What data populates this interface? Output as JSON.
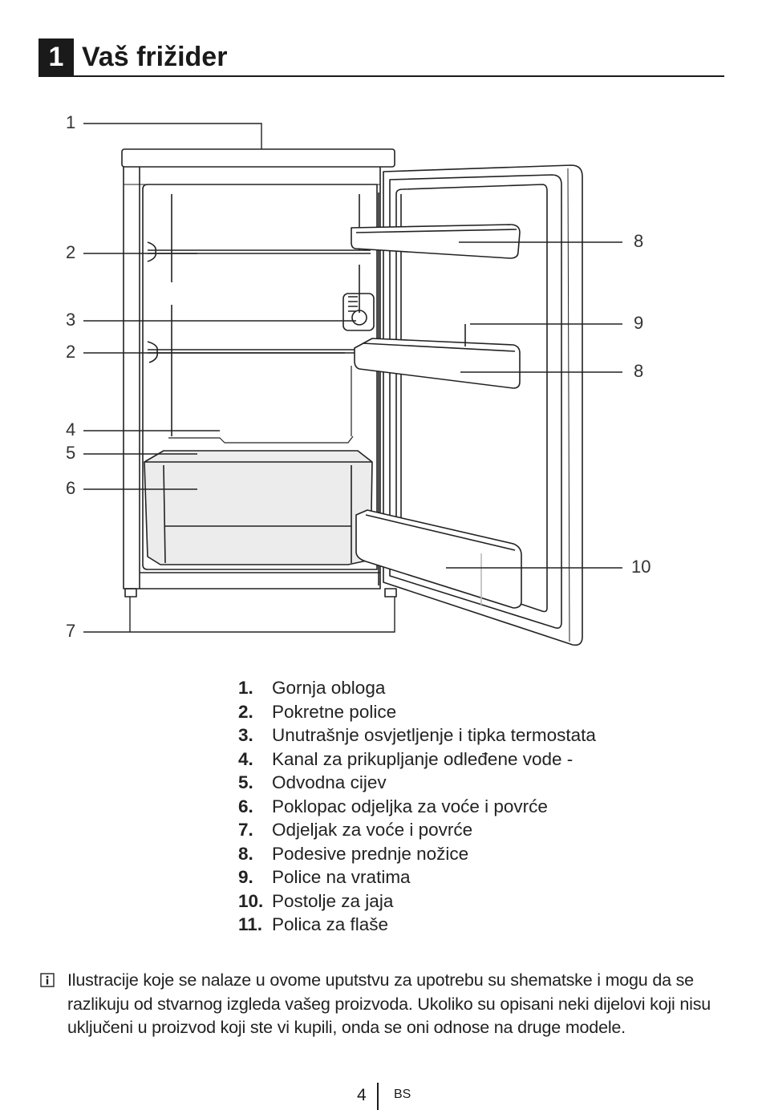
{
  "header": {
    "number": "1",
    "title": "Vaš frižider"
  },
  "diagram": {
    "callouts": [
      "1",
      "2",
      "3",
      "2",
      "4",
      "5",
      "6",
      "7",
      "8",
      "9",
      "8",
      "10"
    ]
  },
  "legend": [
    {
      "num": "1.",
      "text": "Gornja obloga"
    },
    {
      "num": "2.",
      "text": "Pokretne police"
    },
    {
      "num": "3.",
      "text": "Unutrašnje osvjetljenje i tipka termostata"
    },
    {
      "num": "4.",
      "text": "Kanal za prikupljanje odleđene vode -"
    },
    {
      "num": "5.",
      "text": "Odvodna cijev"
    },
    {
      "num": "6.",
      "text": "Poklopac odjeljka za voće i povrće"
    },
    {
      "num": "7.",
      "text": "Odjeljak za voće i povrće"
    },
    {
      "num": "8.",
      "text": "Podesive prednje nožice"
    },
    {
      "num": "9.",
      "text": "Police na vratima"
    },
    {
      "num": "10.",
      "text": "Postolje za jaja"
    },
    {
      "num": "11.",
      "text": "Polica za flaše"
    }
  ],
  "note": {
    "icon": "info-icon",
    "text": "Ilustracije koje se nalaze u ovome uputstvu za upotrebu su shematske i mogu da se razlikuju od stvarnog izgleda vašeg proizvoda. Ukoliko su opisani neki dijelovi koji nisu uključeni u proizvod koji ste vi kupili, onda se oni odnose na druge modele."
  },
  "footer": {
    "page": "4",
    "lang": "BS"
  }
}
